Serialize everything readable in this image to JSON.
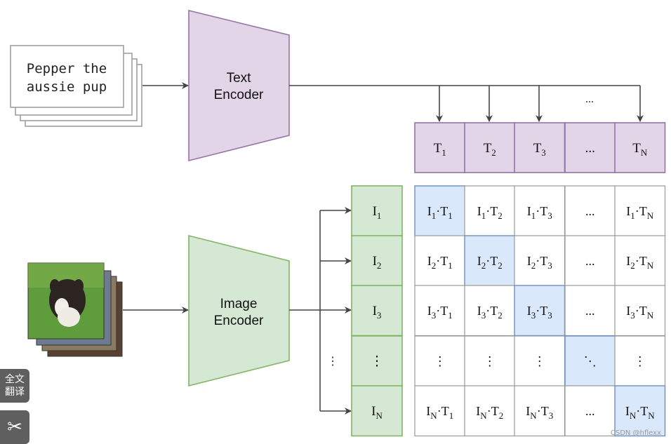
{
  "caption_lines": [
    "Pepper the",
    "aussie pup"
  ],
  "text_encoder": [
    "Text",
    "Encoder"
  ],
  "image_encoder": [
    "Image",
    "Encoder"
  ],
  "arrow_ellipsis": "...",
  "text_features": [
    "T1",
    "T2",
    "T3",
    "...",
    "TN"
  ],
  "image_features": [
    "I1",
    "I2",
    "I3",
    "⋮",
    "IN"
  ],
  "matrix": [
    [
      "I1·T1",
      "I1·T2",
      "I1·T3",
      "...",
      "I1·TN"
    ],
    [
      "I2·T1",
      "I2·T2",
      "I2·T3",
      "...",
      "I2·TN"
    ],
    [
      "I3·T1",
      "I3·T2",
      "I3·T3",
      "...",
      "I3·TN"
    ],
    [
      "⋮",
      "⋮",
      "⋮",
      "⋱",
      "⋮"
    ],
    [
      "IN·T1",
      "IN·T2",
      "IN·T3",
      "...",
      "IN·TN"
    ]
  ],
  "side_buttons": {
    "translate": "全文\n翻译",
    "scissors_icon": "scissors-icon"
  },
  "watermark": "CSDN @hflexx",
  "colors": {
    "text_purple_fill": "#e1d5e7",
    "text_purple_stroke": "#9673a6",
    "image_green_fill": "#d5e8d4",
    "image_green_stroke": "#82b366",
    "diag_blue": "#dae8fc",
    "diag_blue_stroke": "#6c8ebf"
  }
}
